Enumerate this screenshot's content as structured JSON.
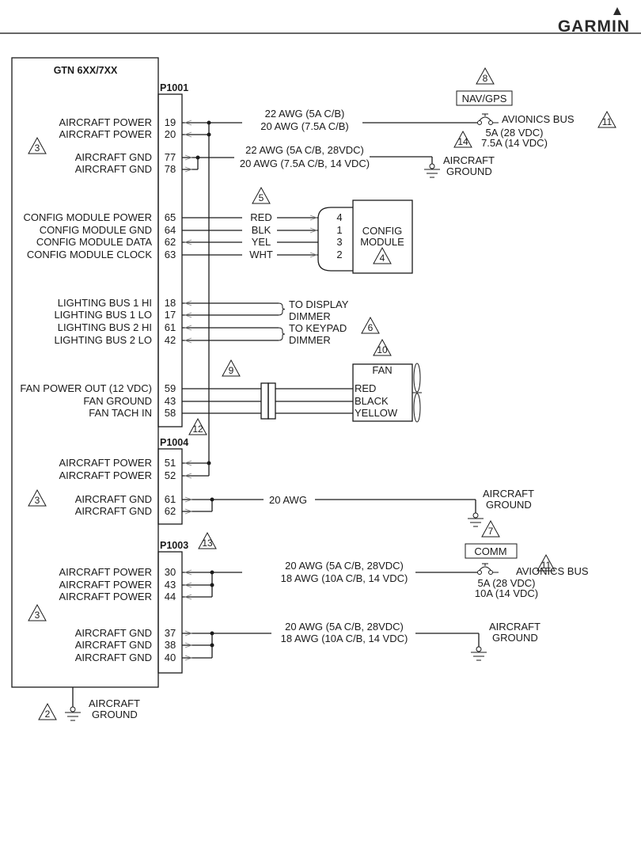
{
  "header": {
    "brand": "GARMIN"
  },
  "unit": {
    "title": "GTN 6XX/7XX"
  },
  "connectors": {
    "p1001": {
      "label": "P1001",
      "pins": [
        {
          "name": "AIRCRAFT POWER",
          "pin": "19"
        },
        {
          "name": "AIRCRAFT POWER",
          "pin": "20"
        },
        {
          "name": "AIRCRAFT GND",
          "pin": "77"
        },
        {
          "name": "AIRCRAFT GND",
          "pin": "78"
        },
        {
          "name": "CONFIG MODULE POWER",
          "pin": "65"
        },
        {
          "name": "CONFIG MODULE GND",
          "pin": "64"
        },
        {
          "name": "CONFIG MODULE DATA",
          "pin": "62"
        },
        {
          "name": "CONFIG MODULE CLOCK",
          "pin": "63"
        },
        {
          "name": "LIGHTING BUS 1 HI",
          "pin": "18"
        },
        {
          "name": "LIGHTING BUS 1 LO",
          "pin": "17"
        },
        {
          "name": "LIGHTING BUS 2 HI",
          "pin": "61"
        },
        {
          "name": "LIGHTING BUS 2 LO",
          "pin": "42"
        },
        {
          "name": "FAN POWER OUT (12 VDC)",
          "pin": "59"
        },
        {
          "name": "FAN GROUND",
          "pin": "43"
        },
        {
          "name": "FAN TACH IN",
          "pin": "58"
        }
      ]
    },
    "p1004": {
      "label": "P1004",
      "pins": [
        {
          "name": "AIRCRAFT POWER",
          "pin": "51"
        },
        {
          "name": "AIRCRAFT POWER",
          "pin": "52"
        },
        {
          "name": "AIRCRAFT GND",
          "pin": "61"
        },
        {
          "name": "AIRCRAFT GND",
          "pin": "62"
        }
      ]
    },
    "p1003": {
      "label": "P1003",
      "pins": [
        {
          "name": "AIRCRAFT POWER",
          "pin": "30"
        },
        {
          "name": "AIRCRAFT POWER",
          "pin": "43"
        },
        {
          "name": "AIRCRAFT POWER",
          "pin": "44"
        },
        {
          "name": "AIRCRAFT GND",
          "pin": "37"
        },
        {
          "name": "AIRCRAFT GND",
          "pin": "38"
        },
        {
          "name": "AIRCRAFT GND",
          "pin": "40"
        }
      ]
    }
  },
  "wiring": {
    "p1001_power": {
      "line1": "22 AWG (5A C/B)",
      "line2": "20 AWG (7.5A C/B)"
    },
    "p1001_gnd": {
      "line1": "22 AWG (5A C/B, 28VDC)",
      "line2": "20 AWG (7.5A C/B, 14 VDC)"
    },
    "p1004_gnd": {
      "line1": "20 AWG"
    },
    "p1003_power": {
      "line1": "20 AWG (5A C/B, 28VDC)",
      "line2": "18 AWG (10A C/B, 14 VDC)"
    },
    "p1003_gnd": {
      "line1": "20 AWG (5A C/B, 28VDC)",
      "line2": "18 AWG (10A C/B, 14 VDC)"
    }
  },
  "nav_gps": {
    "box_label": "NAV/GPS",
    "bus_label": "AVIONICS BUS",
    "breaker_line1": "5A  (28 VDC)",
    "breaker_line2": "7.5A (14 VDC)"
  },
  "comm": {
    "box_label": "COMM",
    "bus_label": "AVIONICS BUS",
    "breaker_line1": "5A  (28 VDC)",
    "breaker_line2": "10A (14 VDC)"
  },
  "ground_label": {
    "line1": "AIRCRAFT",
    "line2": "GROUND"
  },
  "config_module": {
    "label_line1": "CONFIG",
    "label_line2": "MODULE",
    "wires": [
      "RED",
      "BLK",
      "YEL",
      "WHT"
    ],
    "module_pins": [
      "4",
      "1",
      "3",
      "2"
    ]
  },
  "dimmers": {
    "display_line1": "TO DISPLAY",
    "display_line2": "DIMMER",
    "keypad_line1": "TO KEYPAD",
    "keypad_line2": "DIMMER"
  },
  "fan": {
    "label": "FAN",
    "wires": [
      "RED",
      "BLACK",
      "YELLOW"
    ]
  },
  "notes": {
    "n2": "2",
    "n3": "3",
    "n4": "4",
    "n5": "5",
    "n6": "6",
    "n7": "7",
    "n8": "8",
    "n9": "9",
    "n10": "10",
    "n11": "11",
    "n12": "12",
    "n13": "13",
    "n14": "14"
  }
}
